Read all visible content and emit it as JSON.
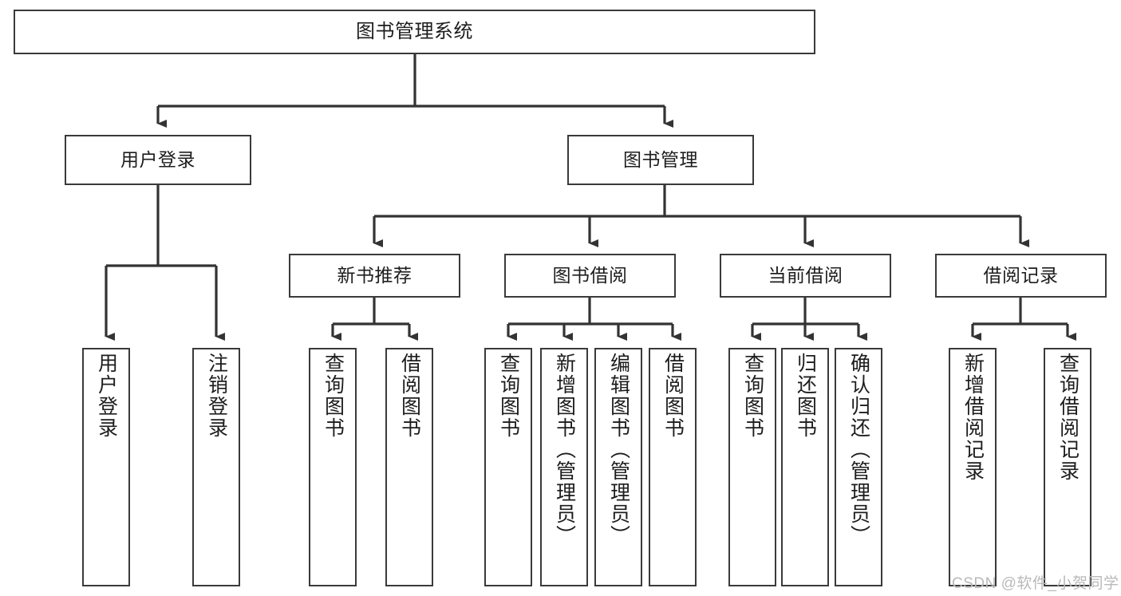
{
  "diagram": {
    "type": "tree-hierarchy-chart",
    "title": "图书管理系统",
    "orientation": "top-down",
    "colors": {
      "box_border": "#3a3a3a",
      "box_fill": "#ffffff",
      "connector": "#333333",
      "text": "#1d1d1d",
      "watermark": "#b9b9b9",
      "background": "#ffffff"
    },
    "levels": {
      "root": {
        "label": "图书管理系统"
      },
      "level2": [
        {
          "id": "user-login",
          "label": "用户登录"
        },
        {
          "id": "book-management",
          "label": "图书管理"
        }
      ],
      "level3": [
        {
          "id": "new-book-recommend",
          "label": "新书推荐",
          "parent": "book-management"
        },
        {
          "id": "book-borrow",
          "label": "图书借阅",
          "parent": "book-management"
        },
        {
          "id": "current-borrow",
          "label": "当前借阅",
          "parent": "book-management"
        },
        {
          "id": "borrow-record",
          "label": "借阅记录",
          "parent": "book-management"
        }
      ],
      "leaves": [
        {
          "id": "leaf-user-login",
          "label": "用户登录",
          "parent": "user-login"
        },
        {
          "id": "leaf-user-logout",
          "label": "注销登录",
          "parent": "user-login"
        },
        {
          "id": "leaf-query-book-1",
          "label": "查询图书",
          "parent": "new-book-recommend"
        },
        {
          "id": "leaf-borrow-book-1",
          "label": "借阅图书",
          "parent": "new-book-recommend"
        },
        {
          "id": "leaf-query-book-2",
          "label": "查询图书",
          "parent": "book-borrow"
        },
        {
          "id": "leaf-add-book",
          "label": "新增图书（管理员）",
          "parent": "book-borrow"
        },
        {
          "id": "leaf-edit-book",
          "label": "编辑图书（管理员）",
          "parent": "book-borrow"
        },
        {
          "id": "leaf-borrow-book-2",
          "label": "借阅图书",
          "parent": "book-borrow"
        },
        {
          "id": "leaf-query-book-3",
          "label": "查询图书",
          "parent": "current-borrow"
        },
        {
          "id": "leaf-return-book",
          "label": "归还图书",
          "parent": "current-borrow"
        },
        {
          "id": "leaf-confirm-return",
          "label": "确认归还（管理员）",
          "parent": "current-borrow"
        },
        {
          "id": "leaf-add-record",
          "label": "新增借阅记录",
          "parent": "borrow-record"
        },
        {
          "id": "leaf-query-record",
          "label": "查询借阅记录",
          "parent": "borrow-record"
        }
      ]
    },
    "watermark": "CSDN @软件_小贺同学"
  }
}
